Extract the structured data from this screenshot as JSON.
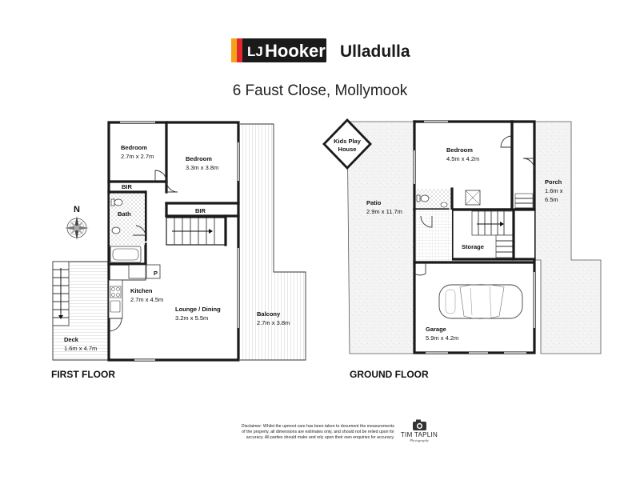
{
  "header": {
    "logo_mark": "LJ",
    "brand_name": "Hooker",
    "office": "Ulladulla",
    "address": "6 Faust Close, Mollymook",
    "colors": {
      "logo_red": "#e0282d",
      "logo_orange": "#f5a31a",
      "logo_black": "#1a1a1a"
    }
  },
  "first_floor": {
    "label": "FIRST FLOOR",
    "rooms": {
      "bedroom1": {
        "name": "Bedroom",
        "dims": "2.7m x 2.7m"
      },
      "bedroom2": {
        "name": "Bedroom",
        "dims": "3.3m x 3.8m"
      },
      "bir1": "BIR",
      "bir2": "BIR",
      "bath": "Bath",
      "pantry": "P",
      "kitchen": {
        "name": "Kitchen",
        "dims": "2.7m x 4.5m"
      },
      "lounge": {
        "name": "Lounge / Dining",
        "dims": "3.2m x 5.5m"
      },
      "balcony": {
        "name": "Balcony",
        "dims": "2.7m x 3.8m"
      },
      "deck": {
        "name": "Deck",
        "dims": "1.6m x 4.7m"
      }
    }
  },
  "ground_floor": {
    "label": "GROUND FLOOR",
    "rooms": {
      "kids": {
        "line1": "Kids Play",
        "line2": "House"
      },
      "bedroom": {
        "name": "Bedroom",
        "dims": "4.5m x 4.2m"
      },
      "porch": {
        "name": "Porch",
        "dims1": "1.6m x",
        "dims2": "6.5m"
      },
      "patio": {
        "name": "Patio",
        "dims": "2.9m x 11.7m"
      },
      "storage": "Storage",
      "garage": {
        "name": "Garage",
        "dims": "5.9m x 4.2m"
      }
    }
  },
  "compass": {
    "north_label": "N"
  },
  "disclaimer": [
    "Disclaimer: Whilst the upmost care has been taken to document the measurements",
    "of the property, all dimensions are estimates only, and should not be relied upon for",
    "accuracy.  All parties should make and rely upon their own enquiries for accuracy."
  ],
  "photographer": {
    "name": "TIM TAPLIN",
    "tagline": "Photography"
  },
  "icons": [
    "camera-icon",
    "compass-rose-icon",
    "car-icon",
    "stairs-arrow-icon",
    "door-swing-icon",
    "toilet-icon",
    "bathtub-icon",
    "sink-icon",
    "stove-icon",
    "shower-icon"
  ]
}
